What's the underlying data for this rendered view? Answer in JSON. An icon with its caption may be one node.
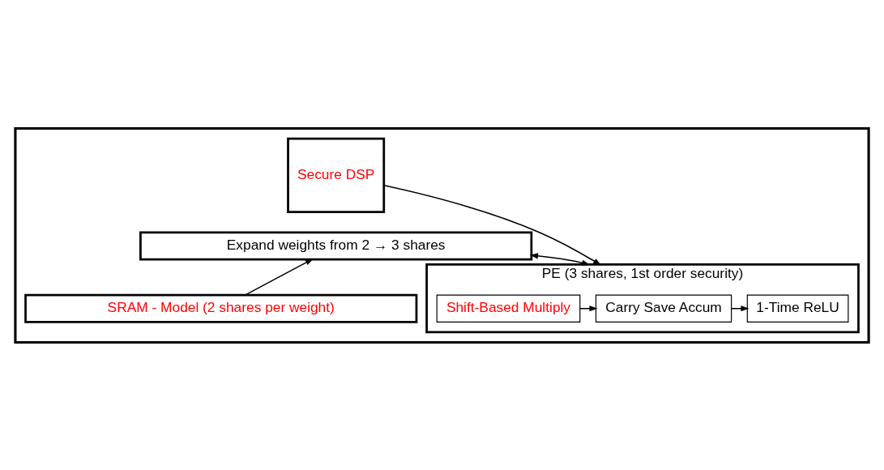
{
  "diagram": {
    "nodes": [
      {
        "text": [],
        "shape": "box"
      },
      {
        "text": [
          "Secure DSP"
        ],
        "in": 0
      },
      {
        "text": [
          "PE (3 shares, 1st order security)"
        ],
        "in": 0
      },
      {
        "text": [
          "Shift-Based Multiply"
        ],
        "in": 2
      },
      {
        "text": [
          "Carry Save Accum"
        ],
        "in": 2
      },
      {
        "text": [
          "1-Time ReLU"
        ],
        "in": 2
      },
      {
        "text": [
          "Expand weights from 2 → 3 shares"
        ],
        "in": 0
      },
      {
        "text": [
          "SRAM - Model (2 shares per weight)"
        ],
        "in": 0
      }
    ],
    "edges": [
      {
        "from": 1,
        "to": 2,
        "arrow": "to"
      },
      {
        "from": 3,
        "to": 4,
        "arrow": "to"
      },
      {
        "from": 4,
        "to": 5,
        "arrow": "to"
      },
      {
        "from": 2,
        "to": 6,
        "arrow": "both"
      },
      {
        "from": 7,
        "to": 6,
        "arrow": "to"
      }
    ]
  }
}
